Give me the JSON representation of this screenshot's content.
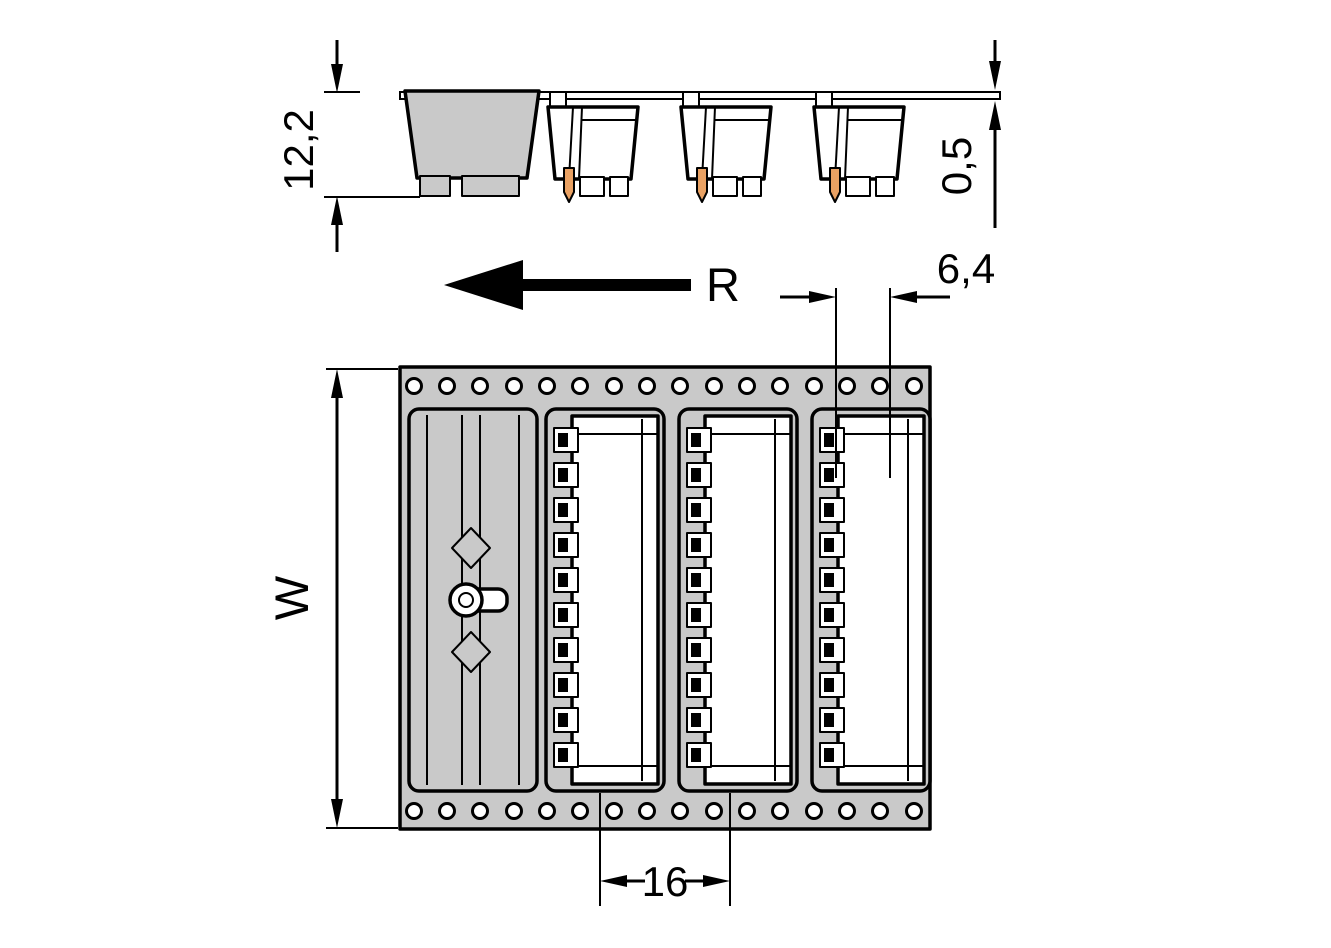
{
  "diagram": {
    "dimensions": {
      "connector_height": "12,2",
      "tape_thickness": "0,5",
      "unwind_direction": "R",
      "pocket_edge_offset": "6,4",
      "tape_width": "W",
      "pocket_pitch": "16"
    },
    "counts": {
      "sprocket_holes_per_row": 16,
      "contact_rows_per_connector": 10,
      "connectors_shown": 3
    },
    "colors": {
      "line": "#000000",
      "fill_gray": "#c9c9c9",
      "fill_white": "#ffffff",
      "pin": "#e9a163",
      "background": "#ffffff"
    }
  }
}
